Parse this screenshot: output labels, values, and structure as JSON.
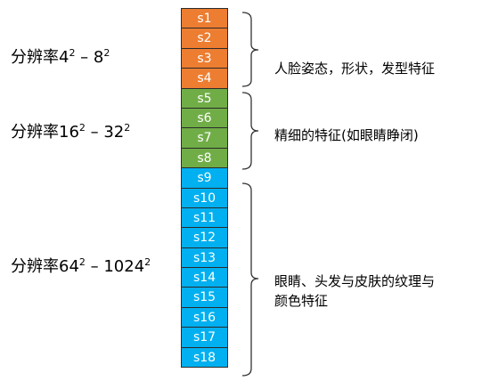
{
  "colors": {
    "orange": "#ED7D31",
    "green": "#70AD47",
    "blue": "#00B0F0"
  },
  "stages": [
    {
      "label": "s1",
      "group": 0
    },
    {
      "label": "s2",
      "group": 0
    },
    {
      "label": "s3",
      "group": 0
    },
    {
      "label": "s4",
      "group": 0
    },
    {
      "label": "s5",
      "group": 1
    },
    {
      "label": "s6",
      "group": 1
    },
    {
      "label": "s7",
      "group": 1
    },
    {
      "label": "s8",
      "group": 1
    },
    {
      "label": "s9",
      "group": 2
    },
    {
      "label": "s10",
      "group": 2
    },
    {
      "label": "s11",
      "group": 2
    },
    {
      "label": "s12",
      "group": 2
    },
    {
      "label": "s13",
      "group": 2
    },
    {
      "label": "s14",
      "group": 2
    },
    {
      "label": "s15",
      "group": 2
    },
    {
      "label": "s16",
      "group": 2
    },
    {
      "label": "s17",
      "group": 2
    },
    {
      "label": "s18",
      "group": 2
    }
  ],
  "groups": [
    {
      "res_prefix": "分辨率",
      "res_a": "4",
      "res_sep": " – ",
      "res_b": "8",
      "exp": "2",
      "desc_lines": [
        "人脸姿态，形状，发型特征"
      ],
      "color": "orange"
    },
    {
      "res_prefix": "分辨率",
      "res_a": "16",
      "res_sep": " – ",
      "res_b": "32",
      "exp": "2",
      "desc_lines": [
        "精细的特征(如眼睛睁闭)"
      ],
      "color": "green"
    },
    {
      "res_prefix": "分辨率",
      "res_a": "64",
      "res_sep": " – ",
      "res_b": "1024",
      "exp": "2",
      "desc_lines": [
        "眼睛、头发与皮肤的纹理与",
        "颜色特征"
      ],
      "color": "blue"
    }
  ]
}
